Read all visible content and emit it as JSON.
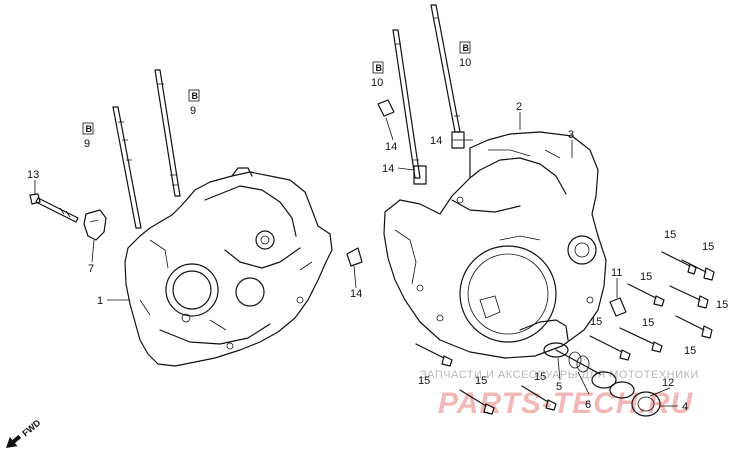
{
  "labels": {
    "p1": "1",
    "p2": "2",
    "p3": "3",
    "p4": "4",
    "p5": "5",
    "p6": "6",
    "p7": "7",
    "p9a": "9",
    "p9b": "9",
    "p10a": "10",
    "p10b": "10",
    "p11": "11",
    "p12": "12",
    "p13": "13",
    "p14a": "14",
    "p14b": "14",
    "p14c": "14",
    "p14d": "14",
    "p15a": "15",
    "p15b": "15",
    "p15c": "15",
    "p15d": "15",
    "p15e": "15",
    "p15f": "15",
    "p15g": "15",
    "p15h": "15",
    "p15i": "15"
  },
  "box_mark": "B",
  "fwd": "FWD",
  "watermark": {
    "line1": "ЗАПЧАСТИ И АКСЕССУАРЫ ДЛЯ МОТОТЕХНИКИ",
    "line2": "PARTS-TECH.RU"
  }
}
